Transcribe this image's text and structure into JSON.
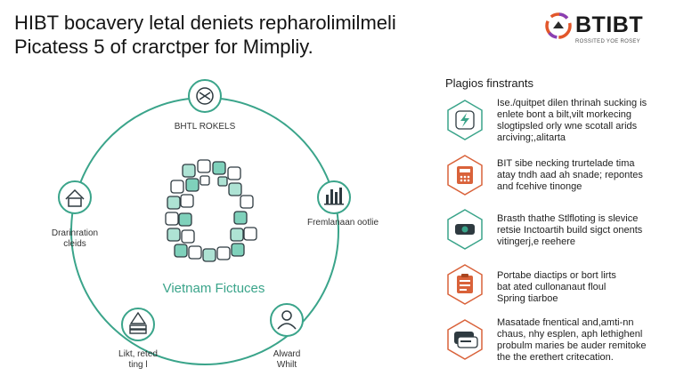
{
  "header": {
    "title_line1": "HIBT bocavery letal deniets repharolimilmeli",
    "title_line2": "Picatess 5 of crarctper for Mimpliy."
  },
  "brand": {
    "name": "BTIBT",
    "tagline": "ROSSITED YOE ROSEY"
  },
  "diagram": {
    "center_label": "Vietnam Fictuces",
    "nodes": [
      {
        "label": "BHTL ROKELS",
        "icon": "strategy-icon"
      },
      {
        "label": "Fremlanaan ootlie",
        "icon": "bar-chart-icon"
      },
      {
        "label": "Alward Whilt",
        "icon": "user-icon"
      },
      {
        "label": "Likt, reted ting l",
        "icon": "warning-stack-icon"
      },
      {
        "label": "Drarinration cleids",
        "icon": "house-icon"
      }
    ]
  },
  "panel": {
    "title": "Plagios finstrants",
    "items": [
      {
        "icon": "lightning-icon",
        "lines": [
          "Ise./quitpet dilen thrinah sucking is",
          "enlete bont a bilt,vilt morkecing",
          "slogtipsled orly wne scotall arids",
          "arciving;,alitarta"
        ]
      },
      {
        "icon": "calculator-icon",
        "lines": [
          "BIT sibe necking trurtelade tima",
          "atay tndh aad ah snade; repontes",
          "and fcehive tinonge"
        ]
      },
      {
        "icon": "camera-icon",
        "lines": [
          "Brasth thathe Stlfloting is slevice",
          "retsie Inctoartih build sigct onents",
          "vitingerj,e reehere"
        ]
      },
      {
        "icon": "clipboard-icon",
        "lines": [
          "Portabe diactips or bort lirts",
          "bat ated cullonanaut floul",
          "Spring tiarboe"
        ]
      },
      {
        "icon": "card-icon",
        "lines": [
          "Masatade fnentical and,amti-nn",
          "chaus, nhy esplen, aph lethighenl",
          "probulm maries be auder remitoke",
          "the the erethert critecation."
        ]
      }
    ]
  },
  "colors": {
    "teal": "#3aa48a",
    "orange": "#d9623a",
    "dark_icon": "#2e3a40"
  }
}
